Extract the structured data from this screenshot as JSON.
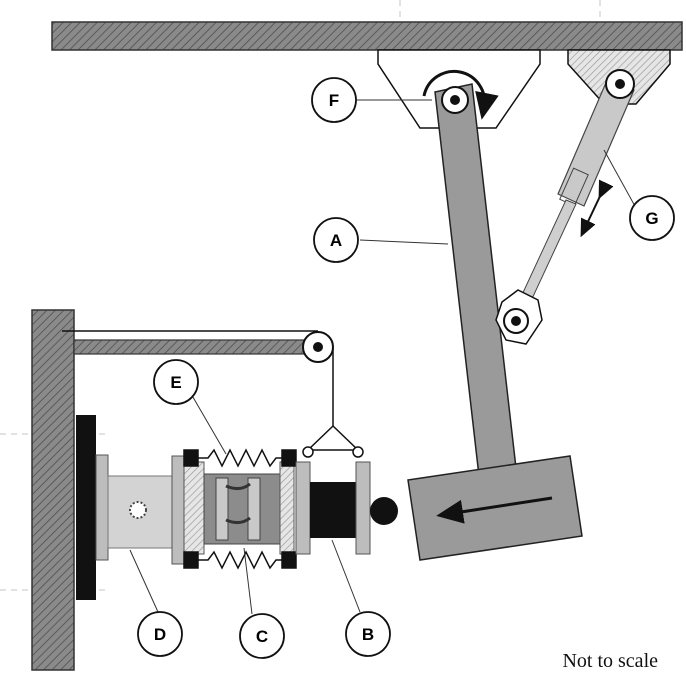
{
  "labels": {
    "A": "A",
    "B": "B",
    "C": "C",
    "D": "D",
    "E": "E",
    "F": "F",
    "G": "G"
  },
  "note": "Not to scale",
  "colors": {
    "structure_gray": "#8f8f8f",
    "pendulum_gray": "#9a9a9a",
    "light_gray": "#c8c8c8",
    "dark": "#111111",
    "background": "#ffffff"
  }
}
